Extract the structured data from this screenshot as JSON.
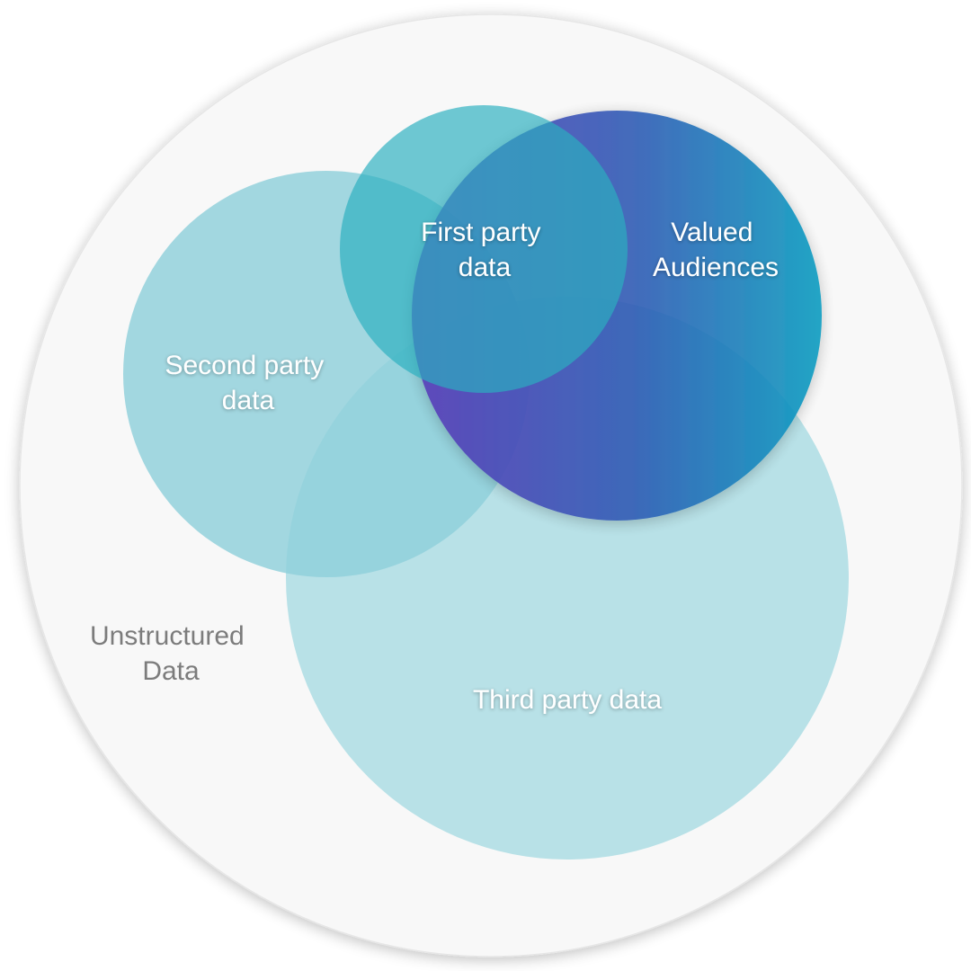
{
  "diagram": {
    "labels": {
      "unstructured": [
        "Unstructured",
        "Data"
      ],
      "second_party": [
        "Second party",
        "data"
      ],
      "first_party": [
        "First party",
        "data"
      ],
      "valued": [
        "Valued",
        "Audiences"
      ],
      "third_party": [
        "Third party data"
      ]
    },
    "colors": {
      "background": "#ffffff",
      "outer_circle": "#f8f8f8",
      "outer_shadow": "#dcdcdc",
      "second_party": "#8fd0db",
      "third_party": "#b4dfe6",
      "first_party": "#2bafc0",
      "valued_start": "#5a3ab8",
      "valued_mid": "#2f5db5",
      "valued_end": "#0a9cc0",
      "label_light": "#ffffff",
      "label_dark": "#7c7c7c"
    }
  }
}
